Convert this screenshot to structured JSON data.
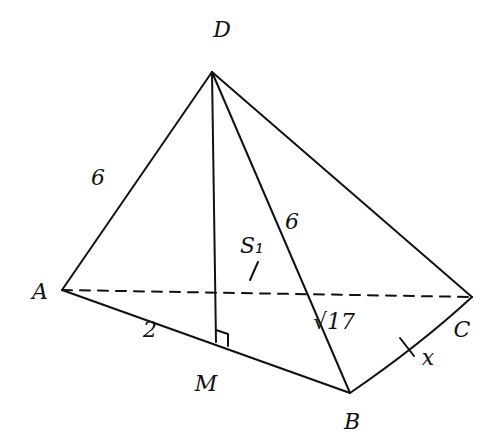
{
  "diagram": {
    "labels": [
      "D",
      "A",
      "B",
      "C",
      "6",
      "6",
      "2",
      "M",
      "S₁",
      "√17",
      "x"
    ]
  }
}
